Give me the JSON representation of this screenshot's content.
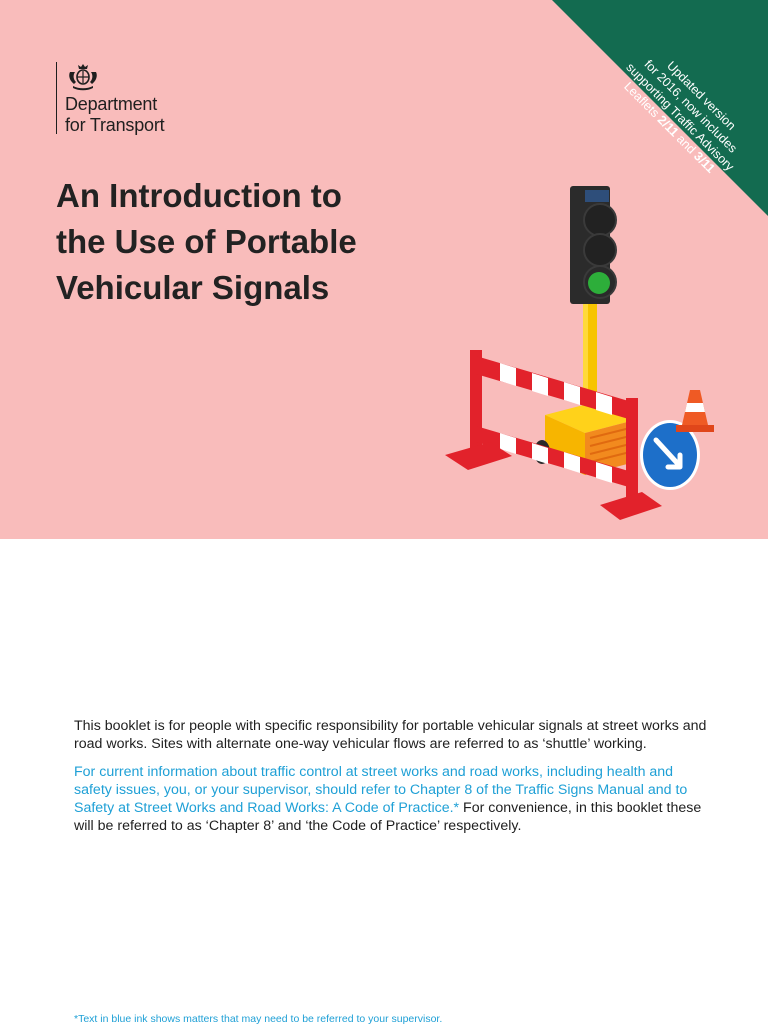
{
  "banner": {
    "lines": [
      {
        "pre": "Updated version",
        "bold": "",
        "mid": "",
        "bold2": ""
      },
      {
        "pre": "for 2016, now includes",
        "bold": "",
        "mid": "",
        "bold2": ""
      },
      {
        "pre": "supporting Traffic Advisory",
        "bold": "",
        "mid": "",
        "bold2": ""
      },
      {
        "pre": "Leaflets ",
        "bold": "2/11",
        "mid": " and ",
        "bold2": "3/11"
      }
    ],
    "color": "#136b50"
  },
  "logo": {
    "line1": "Department",
    "line2": "for Transport"
  },
  "title": {
    "lines": [
      "An Introduction to",
      "the Use of Portable",
      "Vehicular Signals"
    ]
  },
  "body": {
    "para1": "This booklet is for people with specific responsibility for portable vehicular signals at street works and road works. Sites with alternate one-way vehicular flows are referred to as ‘shuttle’ working.",
    "para2_blue": "For current information about traffic control at street works and road works, including health and safety issues, you, or your supervisor, should refer to Chapter 8 of the Traffic Signs Manual and to Safety at Street Works and Road Works: A Code of Practice.*",
    "para2_rest": " For convenience, in this booklet these will be referred to as ‘Chapter 8’ and ‘the Code of Practice’ respectively."
  },
  "footnote": "*Text in blue ink shows matters that may need to be referred to your supervisor.",
  "colors": {
    "hero_bg": "#f9bcbb",
    "link_blue": "#1fa0d6"
  }
}
